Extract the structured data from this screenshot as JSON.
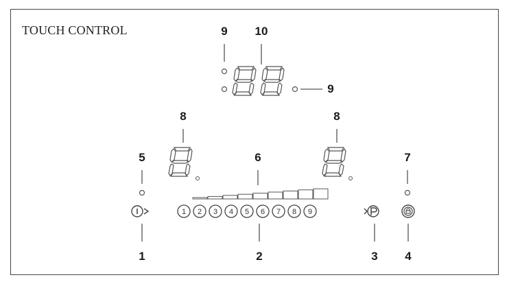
{
  "title": "TOUCH CONTROL",
  "callouts": {
    "top_left_9": "9",
    "top_10": "10",
    "right_9": "9",
    "left_8": "8",
    "right_8": "8",
    "label_5": "5",
    "label_6": "6",
    "label_7": "7",
    "label_1": "1",
    "label_2": "2",
    "label_3": "3",
    "label_4": "4"
  },
  "power_levels": [
    "1",
    "2",
    "3",
    "4",
    "5",
    "6",
    "7",
    "8",
    "9"
  ],
  "icons": {
    "power": "power-icon",
    "boost": "boost-p-icon",
    "lock": "lock-icon"
  },
  "colors": {
    "line": "#555555",
    "text": "#1a1a1a",
    "background": "#ffffff"
  }
}
